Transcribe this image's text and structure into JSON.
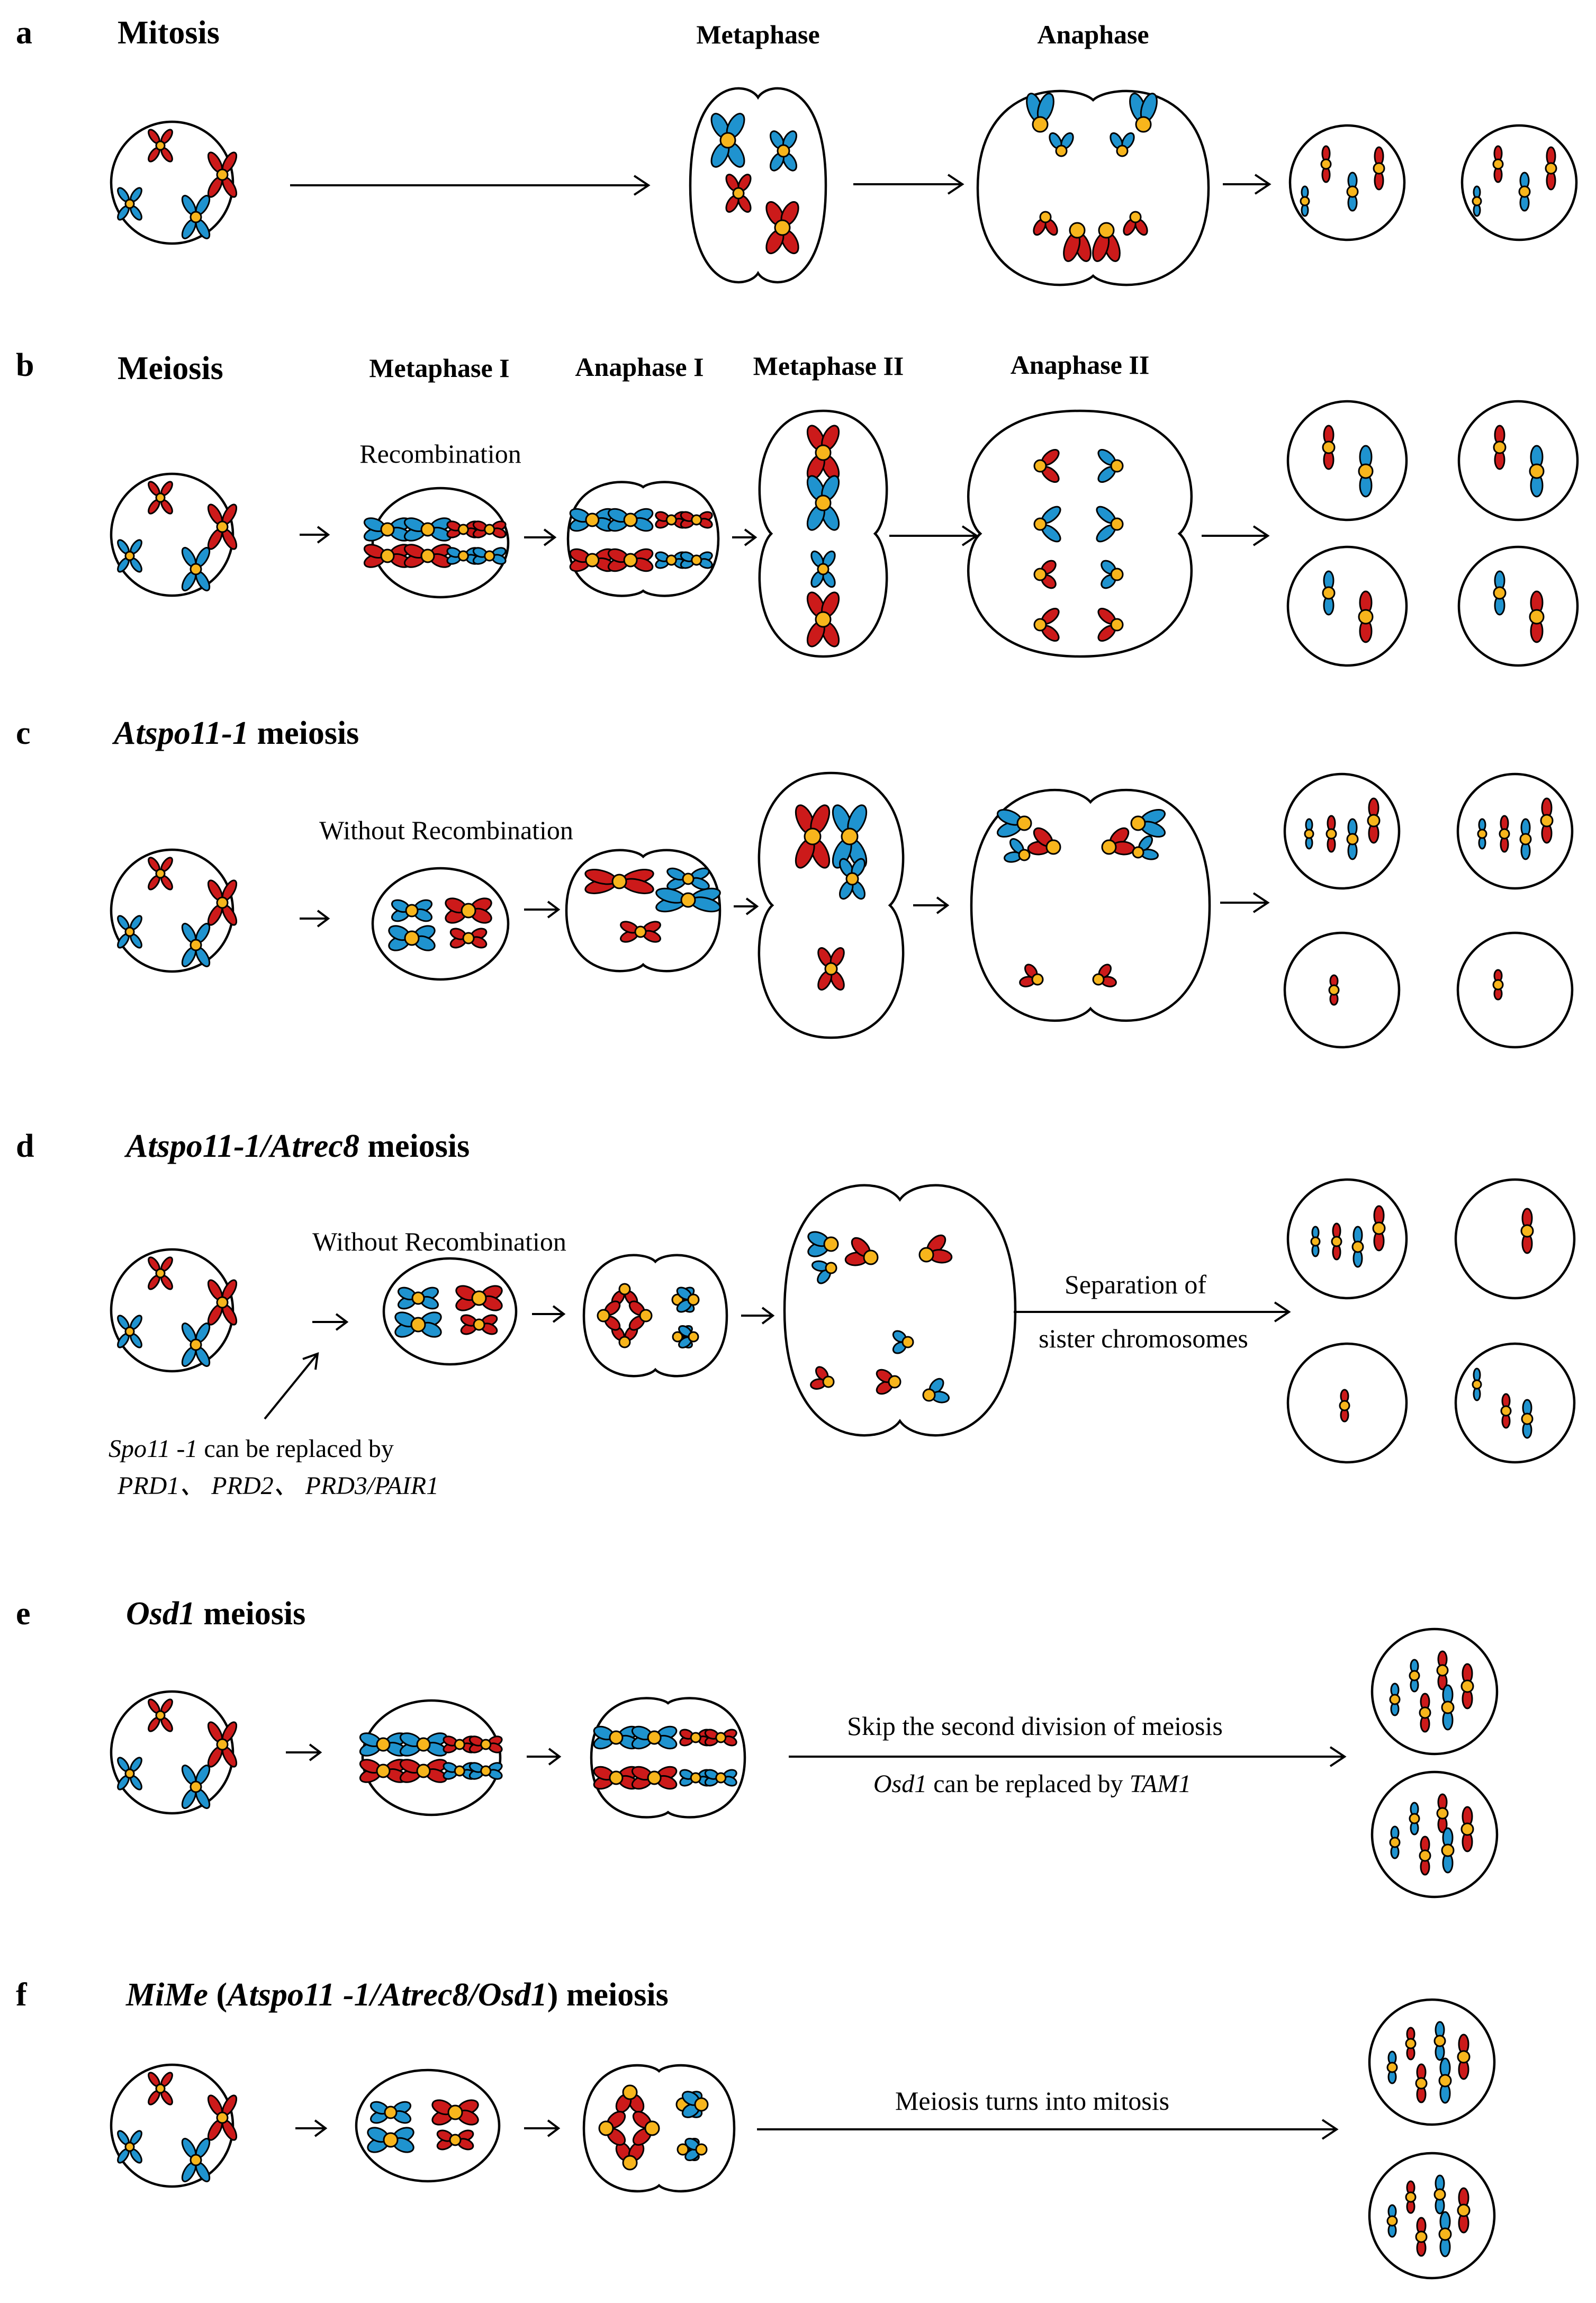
{
  "colors": {
    "red": "#cc1a1a",
    "blue": "#1f93cf",
    "centromere": "#f7b51c",
    "light_blue": "#39c6f4"
  },
  "panels": {
    "a": {
      "letter": "a",
      "title": "Mitosis",
      "stages": [
        "Metaphase",
        "Anaphase"
      ]
    },
    "b": {
      "letter": "b",
      "title": "Meiosis",
      "stages": [
        "Metaphase I",
        "Anaphase I",
        "Metaphase II",
        "Anaphase II"
      ],
      "note": "Recombination"
    },
    "c": {
      "letter": "c",
      "title_gene": "Atspo11-1",
      "title_rest": " meiosis",
      "note": "Without Recombination"
    },
    "d": {
      "letter": "d",
      "title_gene": "Atspo11-1/Atrec8",
      "title_rest": " meiosis",
      "note": "Without Recombination",
      "arrow_text_1": "Separation of",
      "arrow_text_2": "sister chromosomes",
      "footnote_gene": "Spo11 -1",
      "footnote_rest": " can be replaced by",
      "footnote_line2": "PRD1、 PRD2、 PRD3/PAIR1"
    },
    "e": {
      "letter": "e",
      "title_gene": "Osd1",
      "title_rest": " meiosis",
      "arrow_text": "Skip the second division of meiosis",
      "sub_gene1": "Osd1",
      "sub_mid": " can be replaced by ",
      "sub_gene2": "TAM1"
    },
    "f": {
      "letter": "f",
      "title_gene1": "MiMe",
      "title_open": " (",
      "title_gene2": "Atspo11 -1/Atrec8/Osd1",
      "title_close": ") meiosis",
      "arrow_text": "Meiosis turns into mitosis"
    }
  }
}
